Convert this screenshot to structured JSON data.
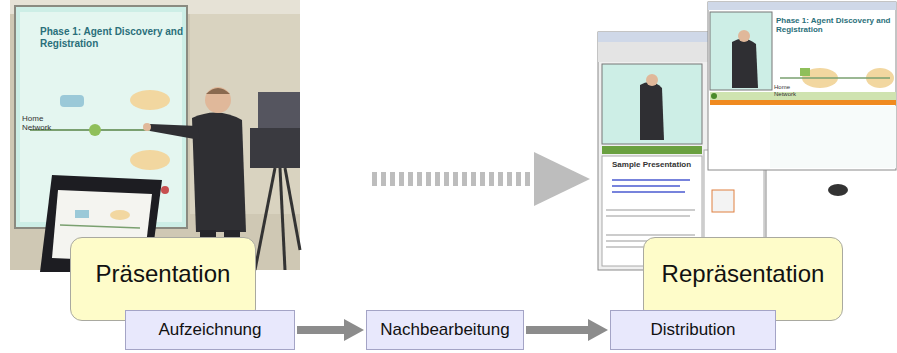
{
  "diagram": {
    "nodes": [
      {
        "text": [
          "Präsentation"
        ]
      },
      {
        "text": [
          "Repräsentation"
        ]
      },
      {
        "text": [
          "Aufzeichnung"
        ]
      },
      {
        "text": [
          "Nachbearbeitung"
        ]
      },
      {
        "text": [
          "Distribution"
        ]
      }
    ],
    "edges": [
      {
        "from": 2,
        "to": 3,
        "arrow": "to"
      },
      {
        "from": 3,
        "to": 4,
        "arrow": "to"
      }
    ],
    "labels": [
      "Phase 1: Agent Discovery and Registration",
      "Home Network",
      "Sample Presentation",
      "Phase 1: Agent Discovery and Registration",
      "Home Network"
    ]
  }
}
